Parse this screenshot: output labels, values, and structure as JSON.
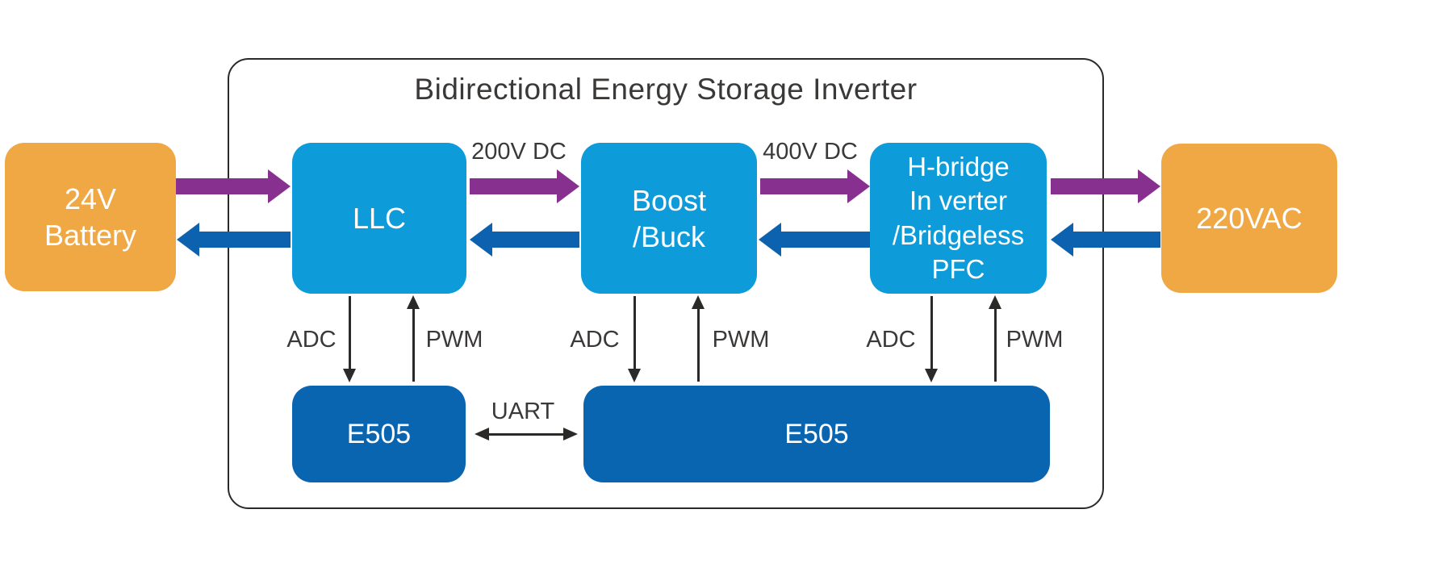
{
  "diagram": {
    "title": "Bidirectional Energy Storage Inverter",
    "blocks": {
      "battery": {
        "label": "24V\nBattery",
        "color": "#EFA844"
      },
      "llc": {
        "label": "LLC",
        "color": "#0D9BDA"
      },
      "boost_buck": {
        "label": "Boost\n/Buck",
        "color": "#0D9BDA"
      },
      "h_bridge": {
        "label": "H-bridge\nIn verter\n/Bridgeless\nPFC",
        "color": "#0D9BDA"
      },
      "ac_grid": {
        "label": "220VAC",
        "color": "#EFA844"
      },
      "mcu_left": {
        "label": "E505",
        "color": "#0A65B1"
      },
      "mcu_right": {
        "label": "E505",
        "color": "#0A65B1"
      }
    },
    "bus_labels": {
      "llc_to_boost": "200V DC",
      "boost_to_hbridge": "400V DC"
    },
    "signal_labels": {
      "adc_llc": "ADC",
      "pwm_llc": "PWM",
      "adc_boost": "ADC",
      "pwm_boost": "PWM",
      "adc_hbridge": "ADC",
      "pwm_hbridge": "PWM",
      "uart": "UART"
    },
    "colors": {
      "forward_power_arrow": "#87308F",
      "return_power_arrow": "#0D62AF",
      "block_orange": "#EFA844",
      "block_light_blue": "#0D9BDA",
      "block_dark_blue": "#0A65B1",
      "line_black": "#2B2A28",
      "label_text": "#3B3938"
    }
  }
}
